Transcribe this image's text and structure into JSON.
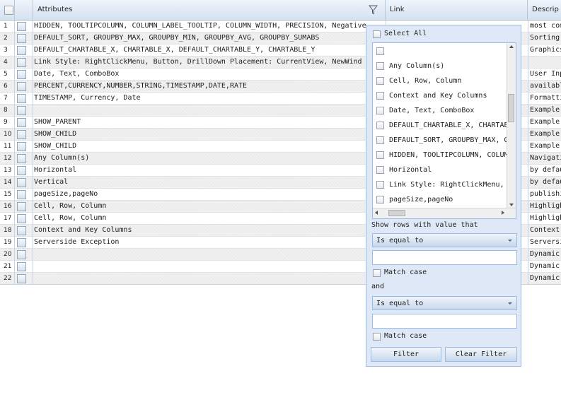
{
  "columns": {
    "attributes": "Attributes",
    "link": "Link",
    "description": "Descrip"
  },
  "rows": [
    {
      "num": "1",
      "attr": "HIDDEN, TOOLTIPCOLUMN, COLUMN_LABEL_TOOLTIP, COLUMN_WIDTH, PRECISION, Negative",
      "desc": "most com"
    },
    {
      "num": "2",
      "attr": "DEFAULT_SORT, GROUPBY_MAX, GROUPBY_MIN, GROUPBY_AVG, GROUPBY_SUMABS",
      "desc": "Sorting"
    },
    {
      "num": "3",
      "attr": "DEFAULT_CHARTABLE_X, CHARTABLE_X, DEFAULT_CHARTABLE_Y, CHARTABLE_Y",
      "desc": "Graphics"
    },
    {
      "num": "4",
      "attr": "Link Style: RightClickMenu, Button, DrillDown  Placement: CurrentView, NewWind",
      "desc": ""
    },
    {
      "num": "5",
      "attr": "Date, Text, ComboBox",
      "desc": "User Inp"
    },
    {
      "num": "6",
      "attr": "PERCENT,CURRENCY,NUMBER,STRING,TIMESTAMP,DATE,RATE",
      "desc": "availabl"
    },
    {
      "num": "7",
      "attr": "TIMESTAMP, Currency, Date",
      "desc": "Formatti"
    },
    {
      "num": "8",
      "attr": "",
      "desc": "Example"
    },
    {
      "num": "9",
      "attr": "SHOW_PARENT",
      "desc": "Example"
    },
    {
      "num": "10",
      "attr": "SHOW_CHILD",
      "desc": "Example"
    },
    {
      "num": "11",
      "attr": "SHOW_CHILD",
      "desc": "Example"
    },
    {
      "num": "12",
      "attr": "Any Column(s)",
      "desc": "Navigati"
    },
    {
      "num": "13",
      "attr": "Horizontal",
      "desc": "by defau"
    },
    {
      "num": "14",
      "attr": "Vertical",
      "desc": "by defau"
    },
    {
      "num": "15",
      "attr": "pageSize,pageNo",
      "desc": "publishi"
    },
    {
      "num": "16",
      "attr": "Cell, Row, Column",
      "desc": "Highligh"
    },
    {
      "num": "17",
      "attr": "Cell, Row, Column",
      "desc": "Highligh"
    },
    {
      "num": "18",
      "attr": "Context and Key Columns",
      "desc": "Context"
    },
    {
      "num": "19",
      "attr": "Serverside Exception",
      "desc": "Serversi"
    },
    {
      "num": "20",
      "attr": "",
      "desc": "Dynamic"
    },
    {
      "num": "21",
      "attr": "",
      "desc": "Dynamic"
    },
    {
      "num": "22",
      "attr": "",
      "desc": "Dynamic"
    }
  ],
  "filter": {
    "select_all": "Select All",
    "values": [
      "",
      "Any Column(s)",
      "Cell, Row, Column",
      "Context and Key Columns",
      "Date, Text, ComboBox",
      "DEFAULT_CHARTABLE_X, CHARTAB",
      "DEFAULT_SORT, GROUPBY_MAX, G",
      "HIDDEN, TOOLTIPCOLUMN, COLUM",
      "Horizontal",
      "Link Style: RightClickMenu,",
      "pageSize,pageNo"
    ],
    "show_rows_label": "Show rows with value that",
    "condition1": "Is equal to",
    "value1": "",
    "match_case_label": "Match case",
    "and_label": "and",
    "condition2": "Is equal to",
    "value2": "",
    "match_case2_label": "Match case",
    "filter_button": "Filter",
    "clear_button": "Clear Filter"
  },
  "icons": {
    "filter": "funnel-icon"
  },
  "colors": {
    "header_bg": "#d5e2f1",
    "popup_bg": "#dfe8f6",
    "border": "#99bbe8"
  }
}
